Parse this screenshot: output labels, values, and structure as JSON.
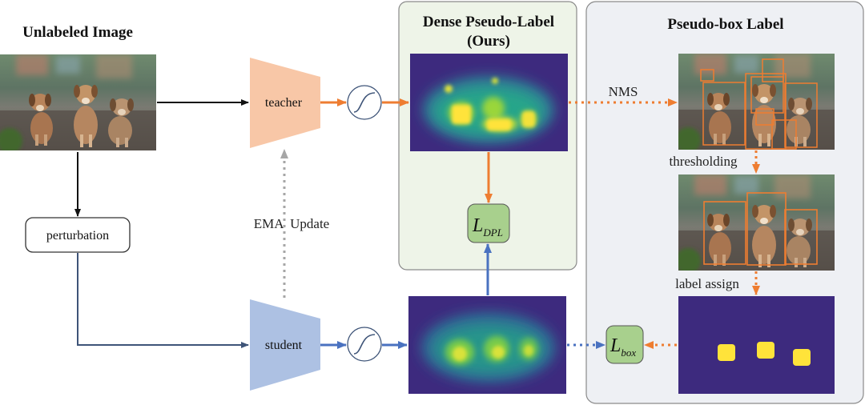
{
  "titles": {
    "unlabeled": "Unlabeled Image",
    "dense_line1": "Dense Pseudo-Label",
    "dense_line2": "(Ours)",
    "pseudo_box": "Pseudo-box Label"
  },
  "nodes": {
    "teacher": "teacher",
    "student": "student",
    "perturbation": "perturbation",
    "ldpl_main": "L",
    "ldpl_sub": "DPL",
    "lbox_main": "L",
    "lbox_sub": "box"
  },
  "edge_labels": {
    "nms": "NMS",
    "ema": "EMA  Update",
    "thresholding": "thresholding",
    "label_assign": "label assign"
  },
  "colors": {
    "teacher_fill": "#f8c7a7",
    "student_fill": "#adc1e3",
    "orange_arrow": "#ee7d31",
    "blue_arrow": "#4a72c0",
    "dense_panel_bg": "#eef4e8",
    "pseudo_panel_bg": "#eef0f4",
    "loss_box_fill": "#a8d08d",
    "heatmap_bg": "#3d2a7e",
    "heatmap_hot": "#ffe33a"
  }
}
